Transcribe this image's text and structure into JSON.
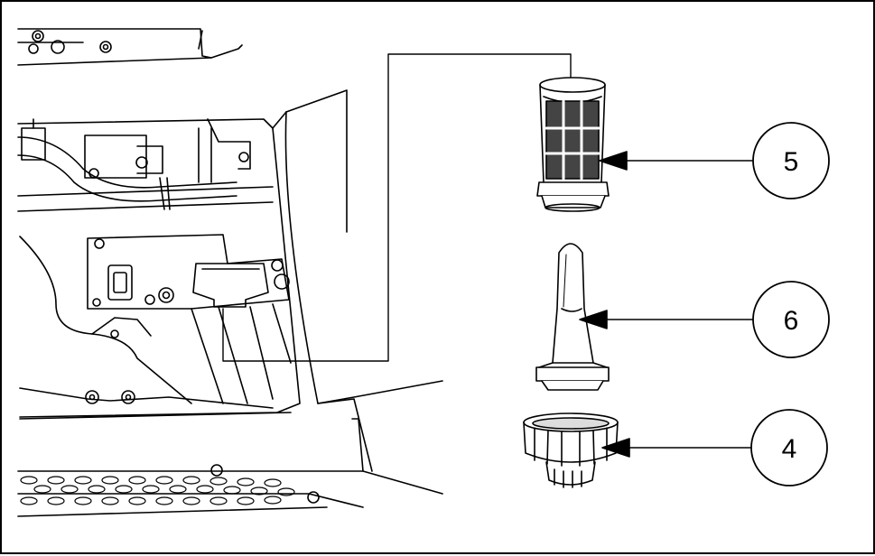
{
  "colors": {
    "line": "#000000",
    "background": "#ffffff",
    "dark_fill": "#333333",
    "grey_fill": "#dddddd"
  },
  "callouts": [
    {
      "id": "filter-screen",
      "label": "5",
      "icon": "filter-screen-icon"
    },
    {
      "id": "filter-stem",
      "label": "6",
      "icon": "filter-stem-icon"
    },
    {
      "id": "filter-cap",
      "label": "4",
      "icon": "filter-cap-icon"
    }
  ]
}
